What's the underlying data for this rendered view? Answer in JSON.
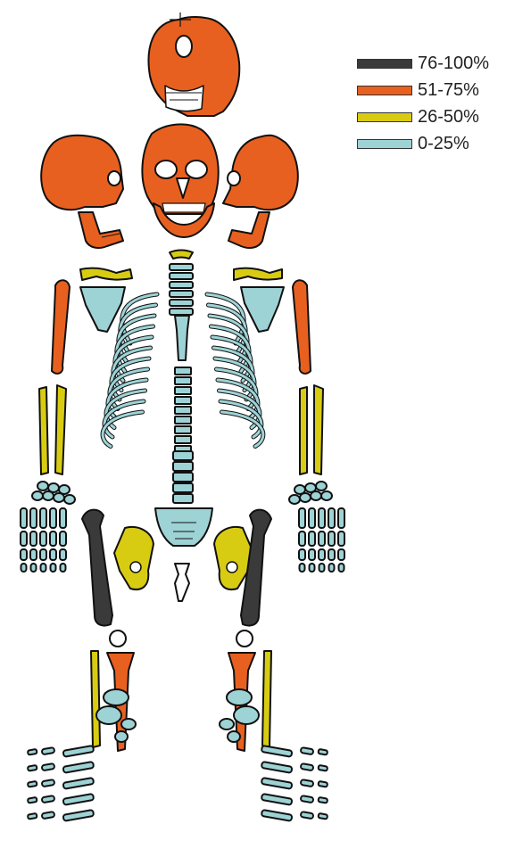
{
  "legend": {
    "items": [
      {
        "label": "76-100%",
        "color": "#3a3a3a"
      },
      {
        "label": "51-75%",
        "color": "#e8601f"
      },
      {
        "label": "26-50%",
        "color": "#d8cc12"
      },
      {
        "label": "0-25%",
        "color": "#9ed3d6"
      }
    ]
  },
  "bones": {
    "cranium_top": {
      "completeness": "51-75%",
      "color": "#e8601f"
    },
    "skull_left_lateral": {
      "completeness": "51-75%",
      "color": "#e8601f"
    },
    "skull_frontal": {
      "completeness": "51-75%",
      "color": "#e8601f"
    },
    "skull_right_lateral": {
      "completeness": "51-75%",
      "color": "#e8601f"
    },
    "mandibles": {
      "completeness": "51-75%",
      "color": "#e8601f"
    },
    "hyoid": {
      "completeness": "26-50%",
      "color": "#d8cc12"
    },
    "clavicles": {
      "completeness": "26-50%",
      "color": "#d8cc12"
    },
    "scapulae": {
      "completeness": "0-25%",
      "color": "#9ed3d6"
    },
    "humeri": {
      "completeness": "51-75%",
      "color": "#e8601f"
    },
    "radii_ulnae": {
      "completeness": "26-50%",
      "color": "#d8cc12"
    },
    "ribs": {
      "completeness": "0-25%",
      "color": "#9ed3d6"
    },
    "sternum": {
      "completeness": "0-25%",
      "color": "#9ed3d6"
    },
    "vertebrae": {
      "completeness": "0-25%",
      "color": "#9ed3d6"
    },
    "sacrum": {
      "completeness": "0-25%",
      "color": "#9ed3d6"
    },
    "coccyx": {
      "completeness": "0-25%",
      "color": "#ffffff"
    },
    "hands": {
      "completeness": "0-25%",
      "color": "#9ed3d6"
    },
    "innominates": {
      "completeness": "26-50%",
      "color": "#d8cc12"
    },
    "femora": {
      "completeness": "76-100%",
      "color": "#3a3a3a"
    },
    "patellae": {
      "completeness": "0-25%",
      "color": "#ffffff"
    },
    "tibiae": {
      "completeness": "51-75%",
      "color": "#e8601f"
    },
    "fibulae": {
      "completeness": "26-50%",
      "color": "#d8cc12"
    },
    "feet": {
      "completeness": "0-25%",
      "color": "#9ed3d6"
    }
  }
}
